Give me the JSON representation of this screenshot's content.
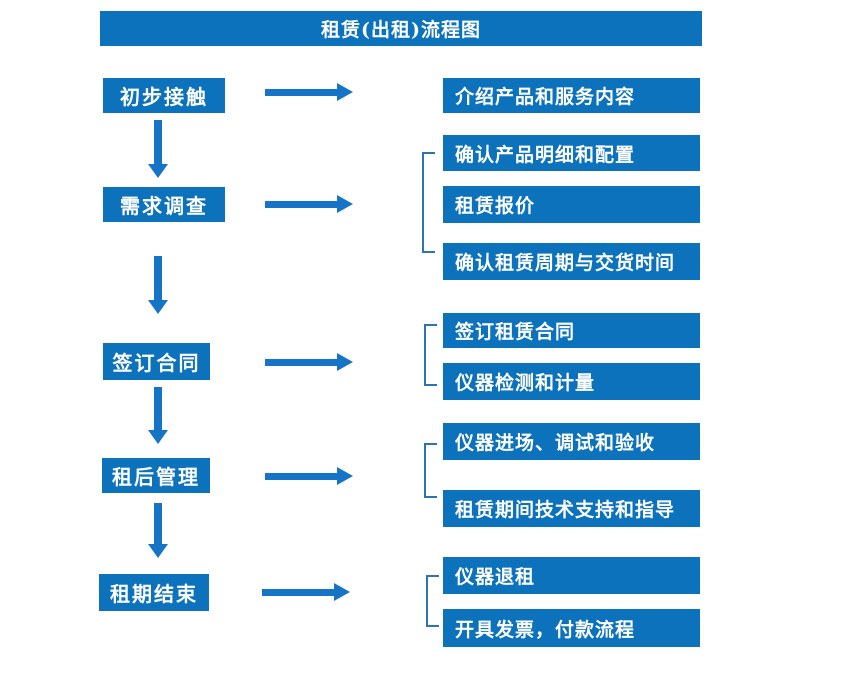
{
  "title": "租赁(出租)流程图",
  "colors": {
    "box_blue": "#0d72bc",
    "arrow_blue": "#1574c6",
    "bracket_blue": "#2e74b5",
    "text_white": "#ffffff",
    "background": "#ffffff"
  },
  "stages": [
    {
      "label": "初步接触",
      "items": [
        "介绍产品和服务内容"
      ]
    },
    {
      "label": "需求调查",
      "items": [
        "确认产品明细和配置",
        "租赁报价",
        "确认租赁周期与交货时间"
      ]
    },
    {
      "label": "签订合同",
      "items": [
        "签订租赁合同",
        "仪器检测和计量"
      ]
    },
    {
      "label": "租后管理",
      "items": [
        "仪器进场、调试和验收",
        "租赁期间技术支持和指导"
      ]
    },
    {
      "label": "租期结束",
      "items": [
        "仪器退租",
        "开具发票，付款流程"
      ]
    }
  ]
}
